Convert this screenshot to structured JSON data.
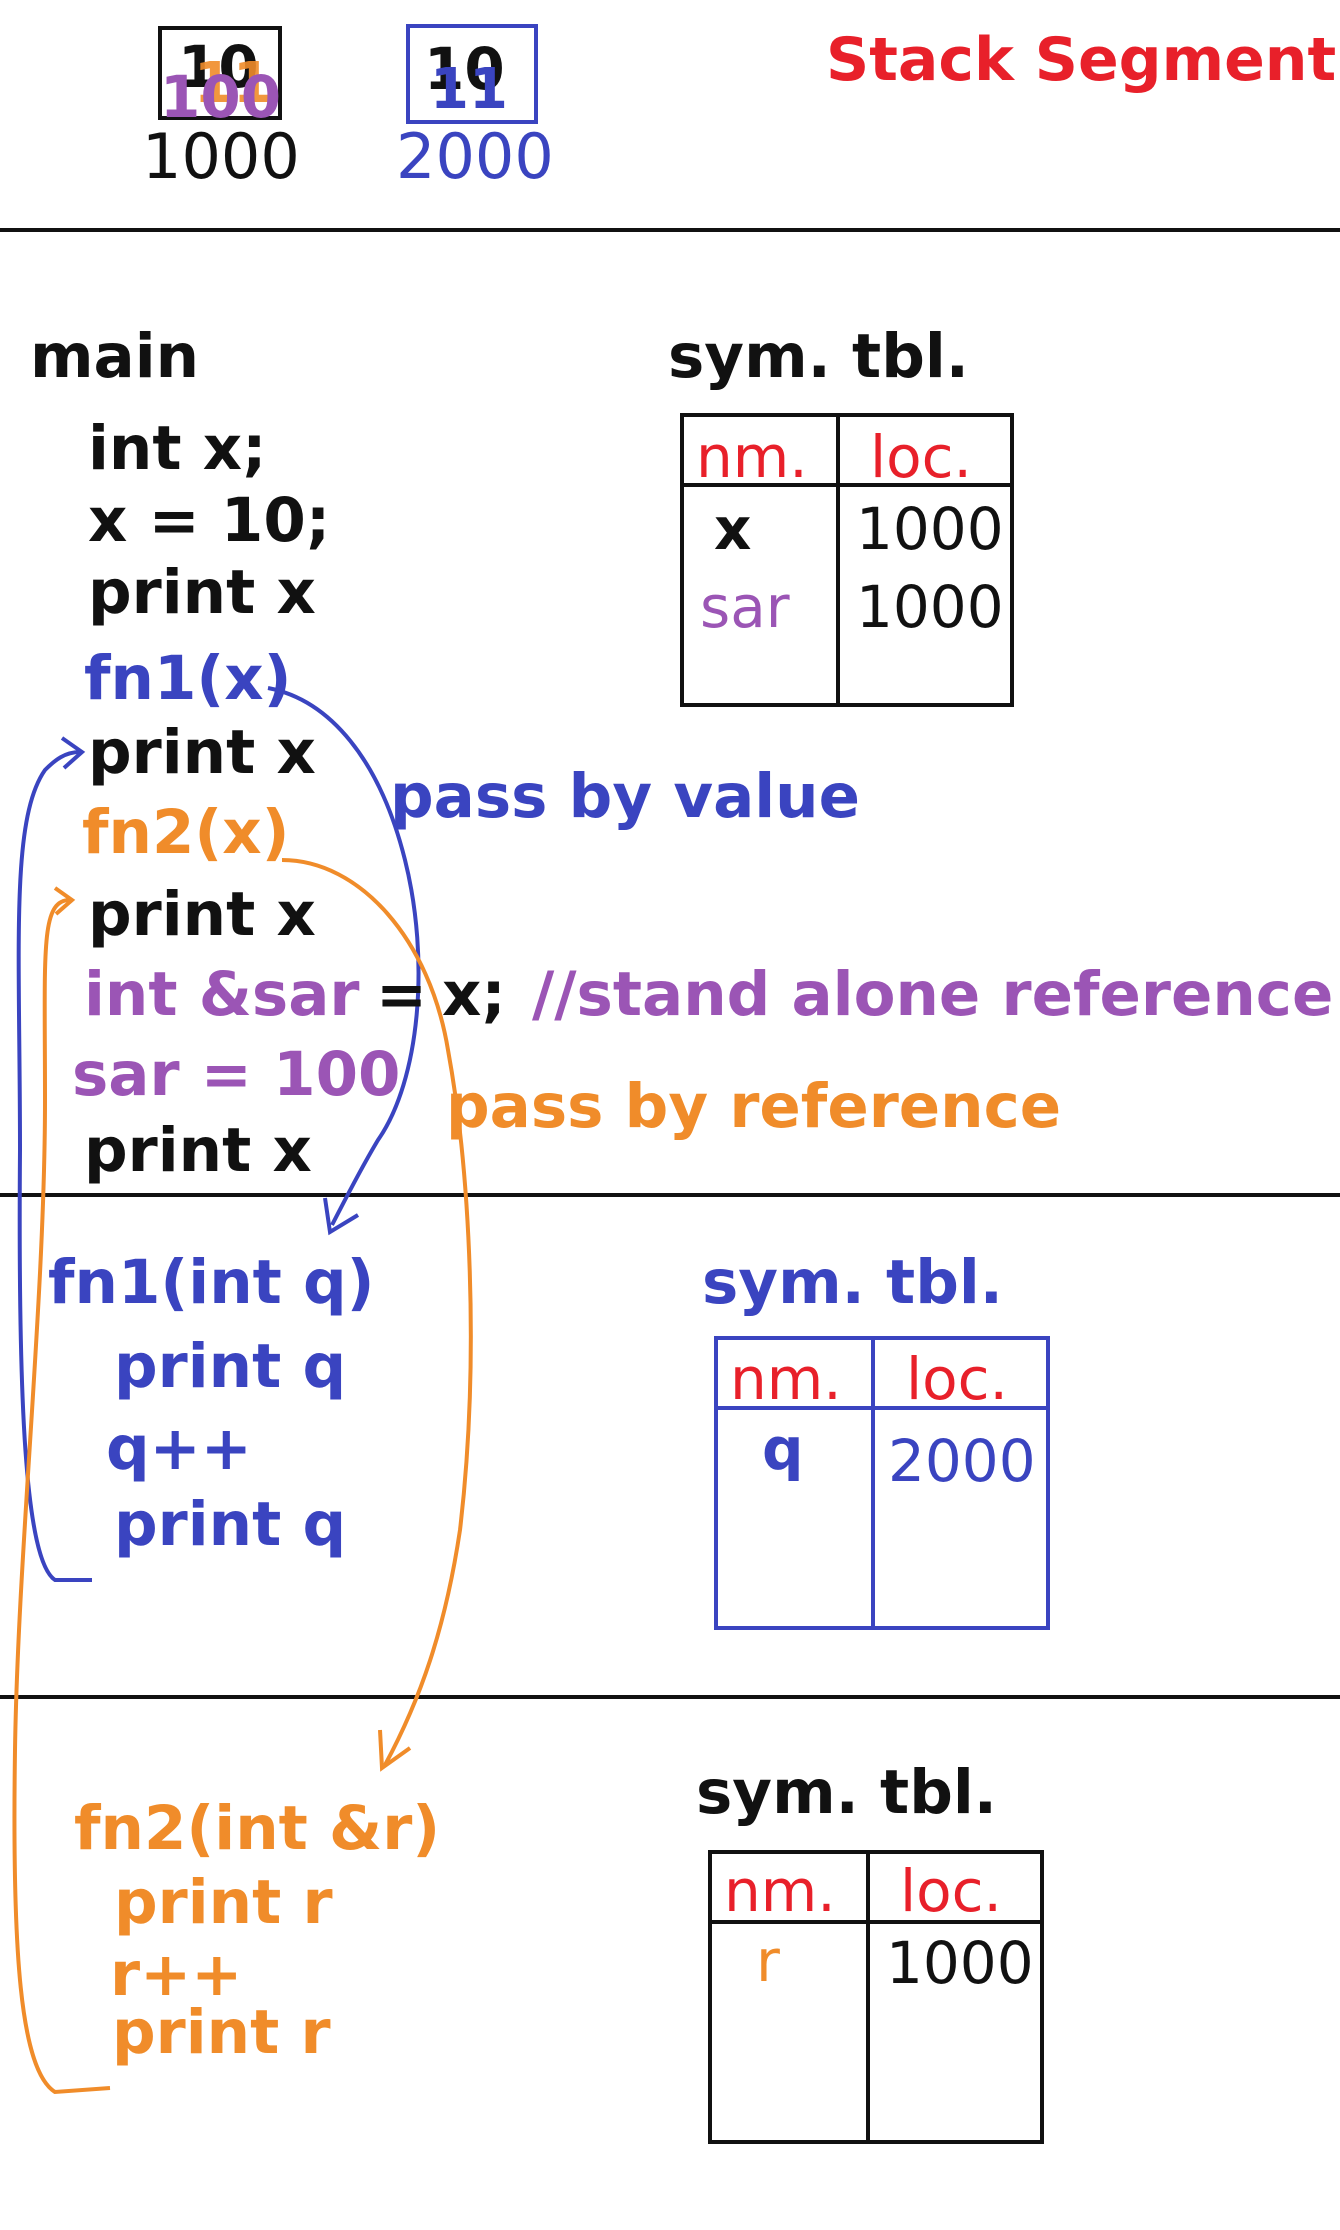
{
  "header": {
    "title": "Stack Segment",
    "cell_x": {
      "value": "10",
      "overwrite_1": "11",
      "overwrite_2": "100",
      "address": "1000"
    },
    "cell_q": {
      "value": "10",
      "overwrite": "11",
      "address": "2000"
    }
  },
  "main_frame": {
    "label": "main",
    "lines": {
      "l1": "int x;",
      "l2": "x = 10;",
      "l3": "print x",
      "l4": "fn1(x)",
      "l5": "print x",
      "l6": "fn2(x)",
      "l7": "print x",
      "l8a": "int &sar",
      "l8b": "=",
      "l8c": "x;",
      "l8d": "//stand alone reference",
      "l9": "sar = 100",
      "l10": "print x"
    },
    "annotations": {
      "pass_by_value": "pass by value",
      "pass_by_reference": "pass by reference"
    },
    "sym_tbl": {
      "title": "sym. tbl.",
      "col_name": "nm.",
      "col_loc": "loc.",
      "rows": [
        {
          "name": "x",
          "loc": "1000"
        },
        {
          "name": "sar",
          "loc": "1000"
        }
      ]
    }
  },
  "fn1_frame": {
    "lines": {
      "l1": "fn1(int q)",
      "l2": "print q",
      "l3": "q++",
      "l4": "print q"
    },
    "sym_tbl": {
      "title": "sym. tbl.",
      "col_name": "nm.",
      "col_loc": "loc.",
      "rows": [
        {
          "name": "q",
          "loc": "2000"
        }
      ]
    }
  },
  "fn2_frame": {
    "lines": {
      "l1": "fn2(int &r)",
      "l2": "print r",
      "l3": "r++",
      "l4": "print r"
    },
    "sym_tbl": {
      "title": "sym. tbl.",
      "col_name": "nm.",
      "col_loc": "loc.",
      "rows": [
        {
          "name": "r",
          "loc": "1000"
        }
      ]
    }
  },
  "colors": {
    "black": "#111111",
    "blue": "#3a44c0",
    "orange": "#f08c2a",
    "purple": "#9b55b5",
    "red": "#e8202a"
  }
}
